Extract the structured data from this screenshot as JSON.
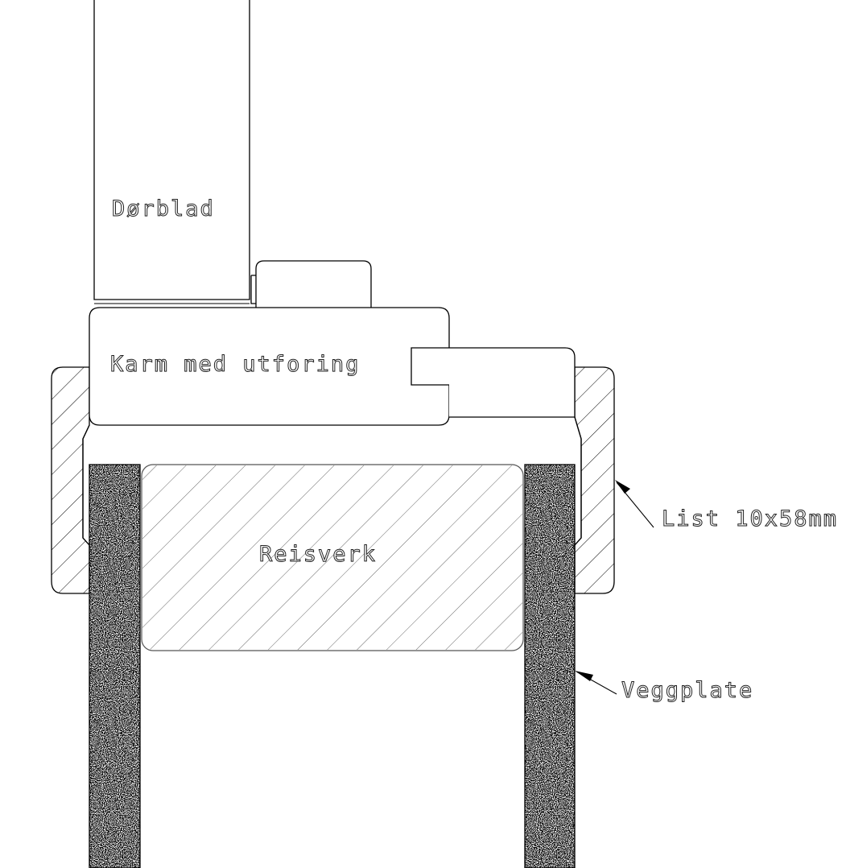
{
  "labels": {
    "door_leaf": "Dørblad",
    "frame": "Karm med utforing",
    "framing": "Reisverk",
    "trim": "List 10x58mm",
    "wall_board": "Veggplate"
  },
  "colors": {
    "line": "#000000",
    "text": "#222222",
    "background": "#ffffff"
  }
}
